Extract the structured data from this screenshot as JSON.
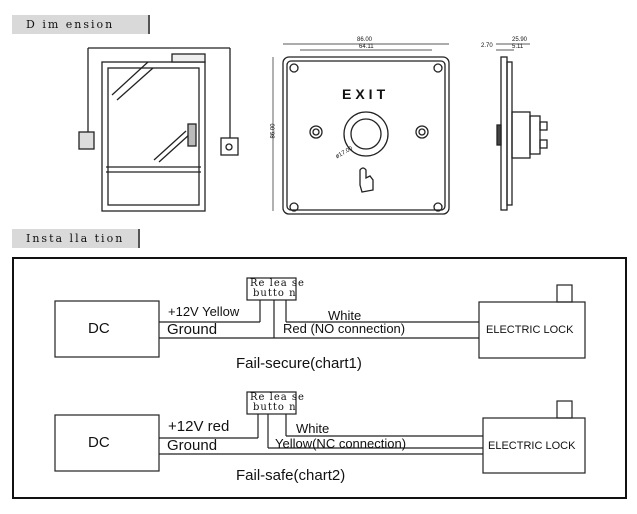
{
  "headers": {
    "dimension": "D im ension",
    "installation": "Insta lla tion"
  },
  "drawing": {
    "plate_label": "EXIT",
    "dim_width_outer": "86.00",
    "dim_width_inner": "64.11",
    "dim_height": "86.00",
    "dim_button": "ø17.00",
    "dim_side_1": "2.70",
    "dim_side_2": "25.90",
    "dim_side_3": "5.11"
  },
  "chart1": {
    "dc": "DC",
    "release": [
      "Re lea se",
      "butto n"
    ],
    "wire_power": "+12V Yellow",
    "wire_ground": "Ground",
    "wire_white": "White",
    "wire_red": "Red (NO connection)",
    "lock": "ELECTRIC LOCK",
    "caption": "Fail-secure(chart1)"
  },
  "chart2": {
    "dc": "DC",
    "release": [
      "Re lea se",
      "butto n"
    ],
    "wire_power": "+12V red",
    "wire_ground": "Ground",
    "wire_white": "White",
    "wire_yellow": "Yellow(NC connection)",
    "lock": "ELECTRIC LOCK",
    "caption": "Fail-safe(chart2)"
  }
}
